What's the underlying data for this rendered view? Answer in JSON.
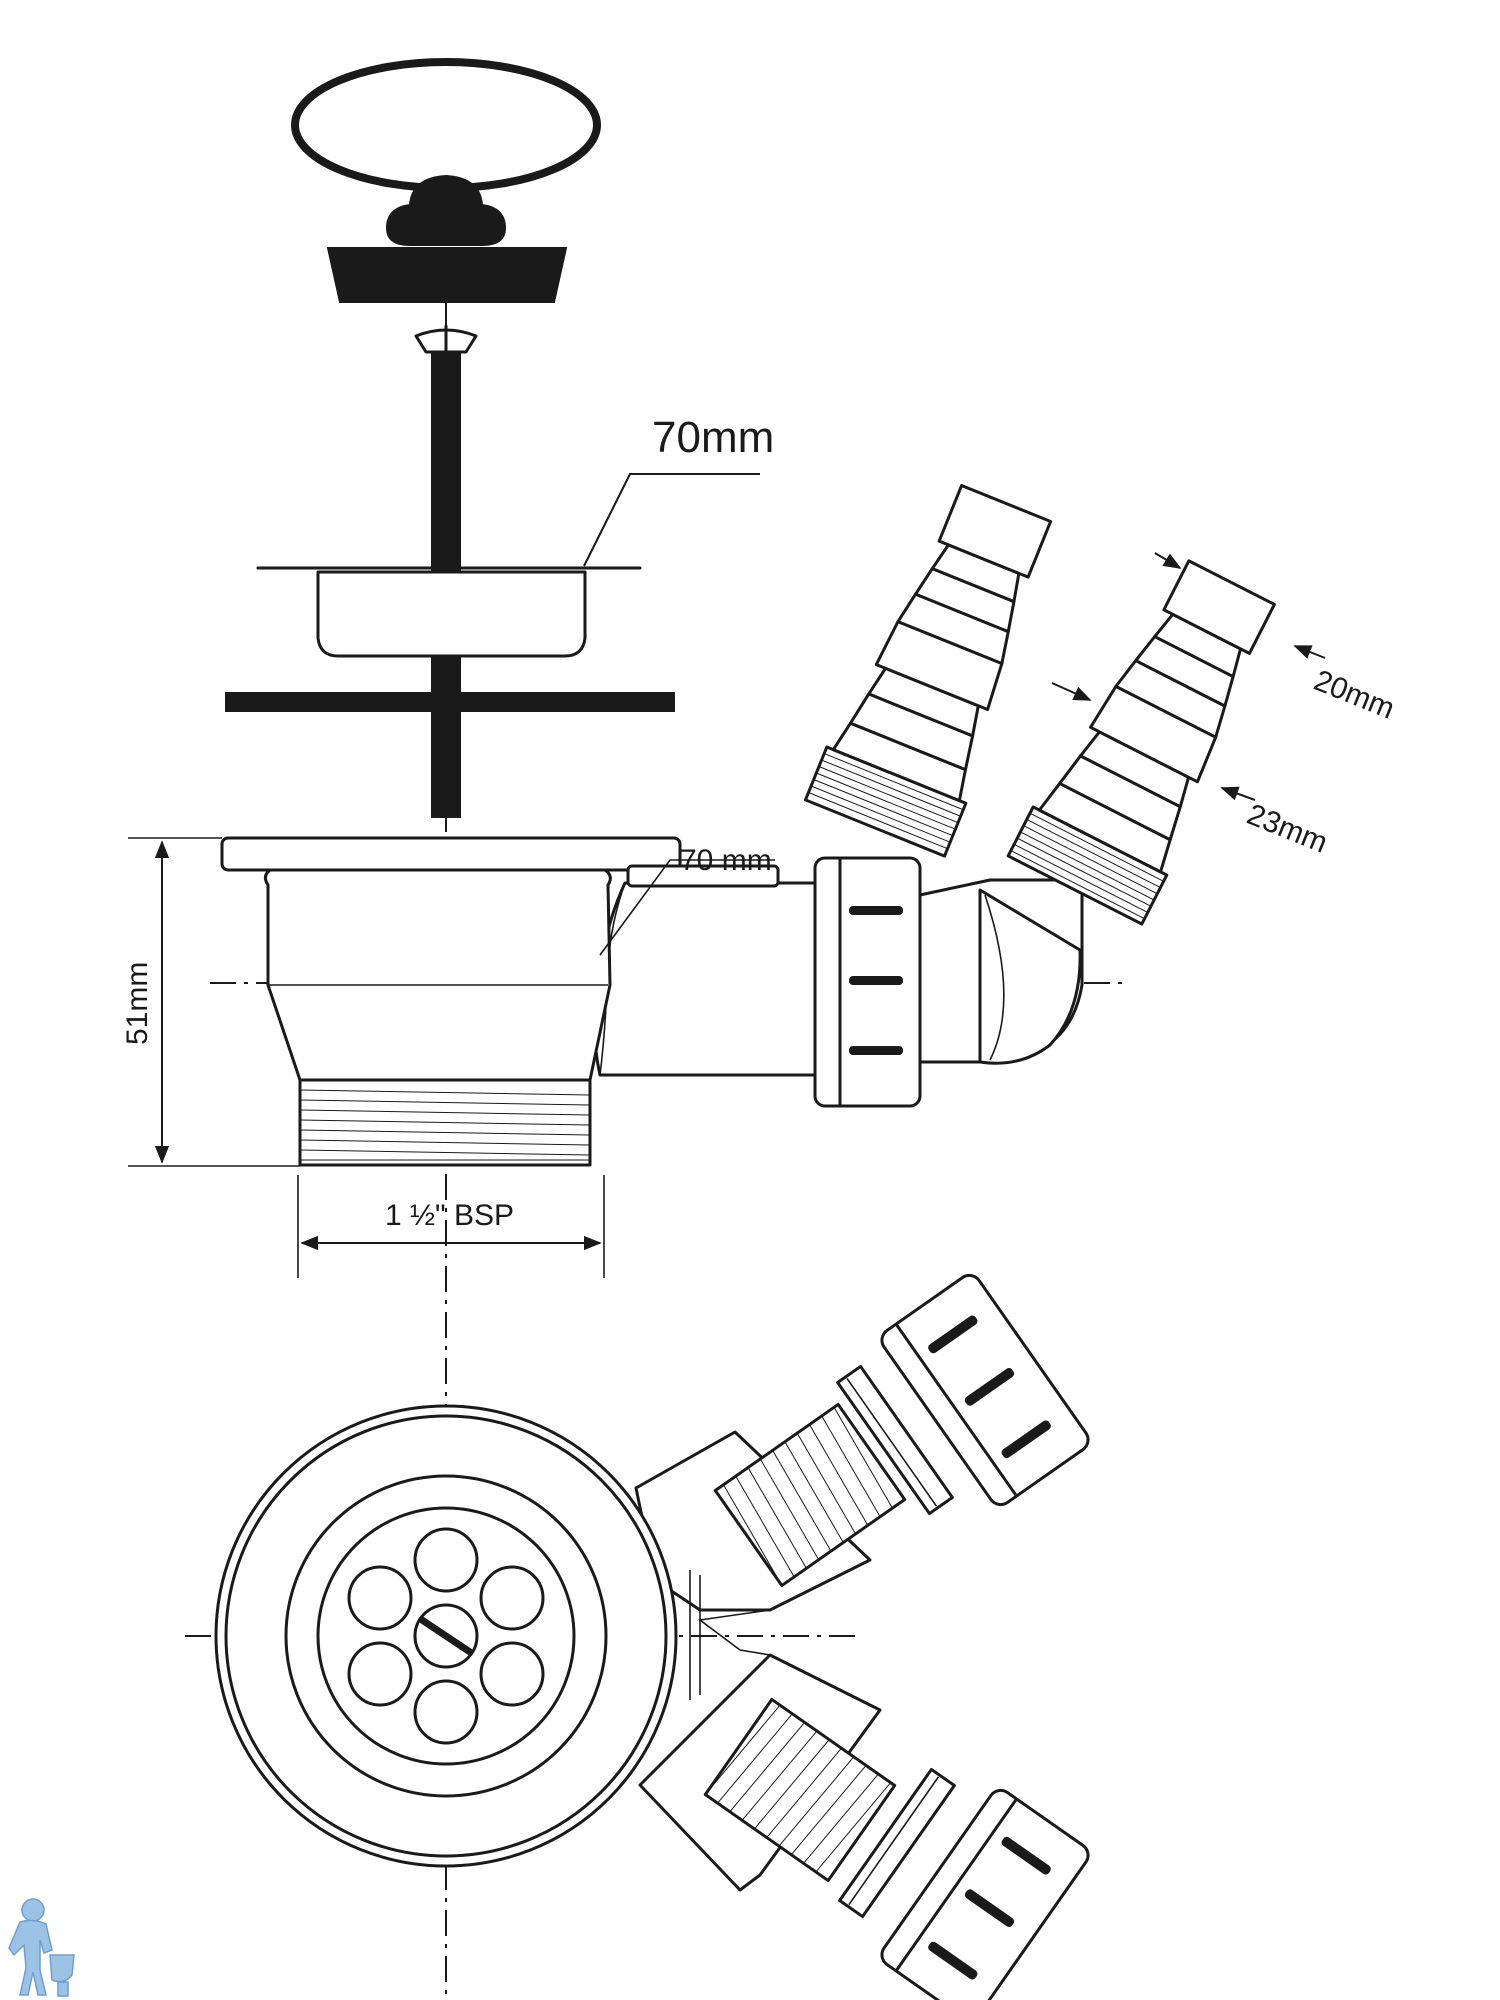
{
  "labels": {
    "flange_diameter": "70mm",
    "flange_diameter_side": "70 mm",
    "hose_outer_tip": "20mm",
    "hose_inner_step": "23mm",
    "body_height": "51mm",
    "thread_size": "1 ½\" BSP"
  },
  "colors": {
    "line": "#1a1a1a",
    "background": "#ffffff",
    "logo": "#9cc3e6"
  },
  "icons": {
    "logo": "plumber-figure-icon"
  }
}
